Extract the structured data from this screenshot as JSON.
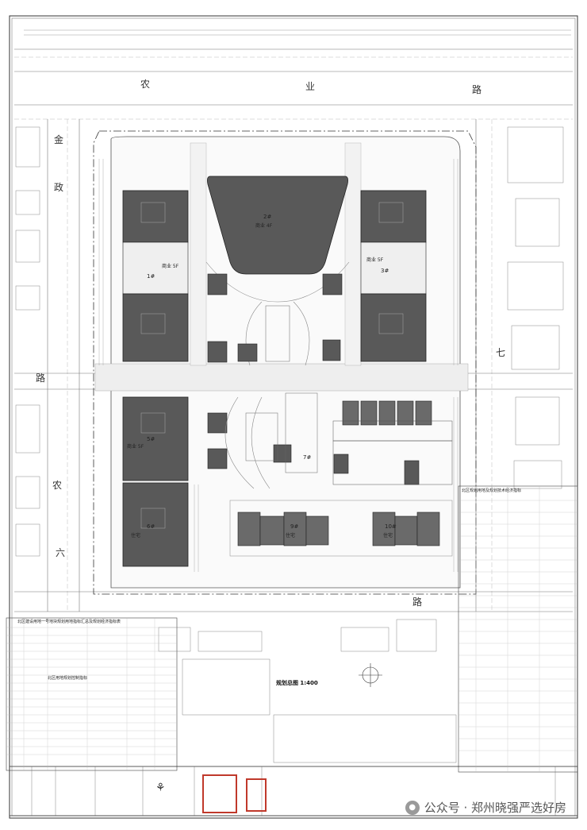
{
  "roads": {
    "top": [
      "农",
      "业",
      "路"
    ],
    "left": [
      "金",
      "政",
      "路"
    ],
    "left_bottom": [
      "农",
      "六"
    ],
    "right": [
      "七"
    ],
    "bottom": [
      "路"
    ]
  },
  "buildings": [
    {
      "id": "b2",
      "tag": "2#",
      "label": "商业  4F"
    },
    {
      "id": "b1",
      "tag": "1#",
      "label": "商业  5F"
    },
    {
      "id": "b3",
      "tag": "3#",
      "label": "商业  5F"
    },
    {
      "id": "b5",
      "tag": "5#",
      "label": "商业  5F"
    },
    {
      "id": "b6",
      "tag": "6#",
      "label": "住宅"
    },
    {
      "id": "b9",
      "tag": "9#",
      "label": "住宅"
    },
    {
      "id": "b10",
      "tag": "10#",
      "label": "住宅"
    },
    {
      "id": "b7",
      "tag": "7#",
      "label": ""
    }
  ],
  "right_table": {
    "title": "北区规划用地及规划技术经济指标"
  },
  "left_table": {
    "title": "北区建设用地一号地块规划用地指标汇总及规划经济指标表",
    "sub_title": "北区用地规划控制指标"
  },
  "scale_title": "规划总图 1:400",
  "watermark": "公众号 · 郑州晓强严选好房",
  "colors": {
    "building_fill": "#595959",
    "building_outline": "#222222",
    "road_line": "#777777",
    "stamp_red": "#c0392b"
  }
}
